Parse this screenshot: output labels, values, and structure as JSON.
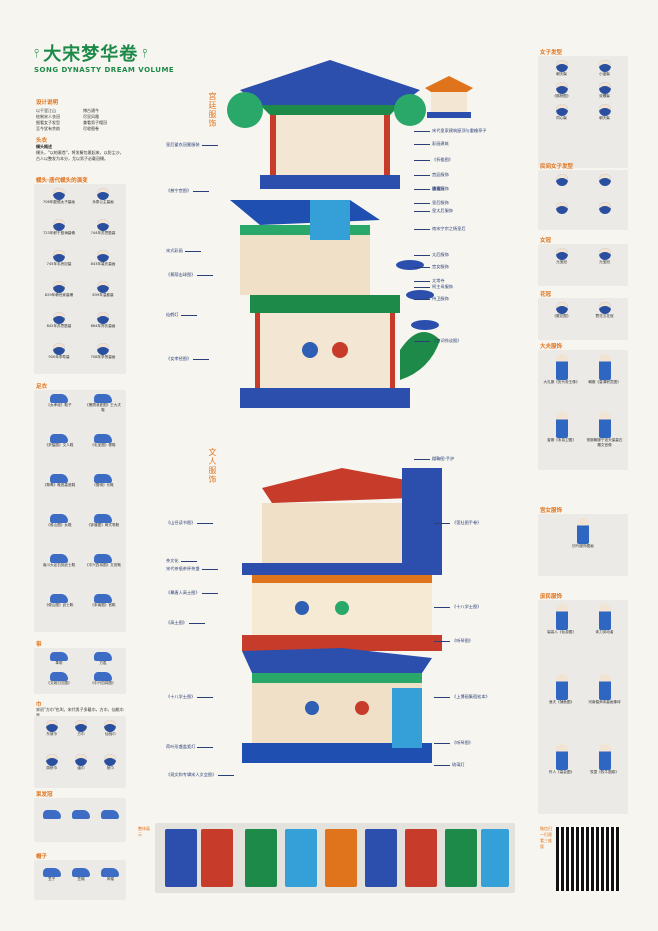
{
  "title": "大宋梦华卷",
  "subtitle": "SONG DYNASTY DREAM VOLUME",
  "design_note": {
    "heading": "设计说明",
    "lines": [
      "以千里江山",
      "博古通今",
      "绘制宋人衣冠",
      "尽显风雅",
      "细看女子发型",
      "兼看男子帽冠",
      "至今犹有余韵",
      "尽收图卷"
    ]
  },
  "headwear_intro": {
    "heading": "头衣",
    "sub": "幞头概述",
    "text": "幞头，\"以帕裹首\"，将发髻包裹起来，以防尘沙，古人以整发为本分，尤以男子必戴冠幞。"
  },
  "futou_panel": {
    "heading": "幞头·唐代幞头的演变",
    "items": [
      "706年懿德太子墓画",
      "永泰公主墓画",
      "723年鲜于庭诲墓俑",
      "744年苏思勖墓",
      "745年韦贵妃墓",
      "843年裴氏墓画",
      "829年韩世家墓俑",
      "839年温都墓",
      "842年苏思勖墓",
      "864年郑氏墓画",
      "900年李寿墓",
      "708年李贤墓画"
    ]
  },
  "shoes_panel": {
    "heading": "足衣",
    "items": [
      "《女孝经》鞋子",
      "《槐荫消夏图》王大夫鞋",
      "《折槛图》文人鞋",
      "《毛圣图》便鞋",
      "《鸳鸯》靴底高底鞋",
      "《雪骑》长靴",
      "《倦山图》女鞋",
      "《钟馗图》两式笔靴",
      "南川大足石刻武士靴",
      "《中兴四将图》文官靴",
      "《倦山图》武士靴",
      "《宋南图》官靴"
    ]
  },
  "belt_panel": {
    "heading": "带",
    "items": [
      "革带",
      "方胜",
      "《文姬归汉图》",
      "《中兴四将图》"
    ]
  },
  "jin_panel": {
    "heading": "巾",
    "note": "宋初\"方巾\"也叫，宋代男子多戴巾，方巾、仙桃巾等。",
    "items": [
      "东坡巾",
      "方巾",
      "仙桃巾",
      "周桥巾",
      "缁巾",
      "帕巾"
    ]
  },
  "guan_panel": {
    "heading": "束发冠",
    "items": [
      "",
      "",
      ""
    ]
  },
  "hat_panel": {
    "heading": "帽子",
    "items": [
      "笠子",
      "笠帽",
      "风帽"
    ]
  },
  "palace": {
    "title": "宫廷服饰",
    "left_callouts": [
      "皇后翟衣冠冕服装",
      "《慈宁宫图》",
      "宋式彩画",
      "《蕉荫击球图》",
      "仙鹤灯",
      "《女孝经图》"
    ],
    "right_callouts": [
      "宋代皇家建筑屋顶与重檐亭子",
      "彩画建筑",
      "《折槛图》",
      "宫廷服饰",
      "金连服饰",
      "通天冠",
      "凉帽",
      "皇后服饰",
      "皇太后服饰",
      "南宋宁宗之杨皇后",
      "太后服饰",
      "宫女服饰",
      "太常寺",
      "柯主母服饰",
      "侍卫服饰",
      "《宫词徐谈图》",
      "蹴鞠图·手炉"
    ]
  },
  "literati": {
    "title": "文人服饰",
    "left_callouts": [
      "《山径读书图》",
      "茶文化",
      "宋代茶瓶茶杯茶盏",
      "《摹唐人高士图》",
      "《高士图》",
      "《十八学士图》",
      "荷叶形盏盖瓷灯",
      "《观文和专辑宋人文会图》"
    ],
    "right_callouts": [
      "《莲社图手卷》",
      "《十八学士图》",
      "《听琴图》",
      "《上博画集宿松本》",
      "《听琴图》",
      "琉璃灯"
    ]
  },
  "women_hair": {
    "heading": "女子发型",
    "items": [
      "朝天髻",
      "小盘髻",
      "《鹊桥图》",
      "双螺髻",
      "同心髻",
      "朝天髻"
    ]
  },
  "folk_hair": {
    "heading": "民间女子发型",
    "items": [
      "",
      "",
      "",
      ""
    ]
  },
  "crown": {
    "heading": "女冠",
    "items": [
      "元宝冠",
      "元宝冠"
    ]
  },
  "flower_crown": {
    "heading": "花冠",
    "items": [
      "《戴花图》",
      "簪花五花冠"
    ]
  },
  "officials": {
    "heading": "大夫服饰",
    "items": [
      "大礼服《历代帝王像》",
      "朝服《皇清职贡图》",
      "曾服《宋真卫图》",
      "常服朝服宁波天保墓石雕文官像"
    ]
  },
  "palace_women": {
    "heading": "宫女服饰",
    "items": [
      "历代服饰图画"
    ]
  },
  "commoners": {
    "heading": "庶民服饰",
    "items": [
      "袈裟人《仙游图》",
      "体力劳动者",
      "渔夫《捕鱼图》",
      "河南偃师宋墓画像砖",
      "伶人《高会图》",
      "牧童《牧牛图卷》"
    ]
  },
  "thumbnails_label": "整体展示",
  "qr_label": "微信扫一扫观看三维版"
}
